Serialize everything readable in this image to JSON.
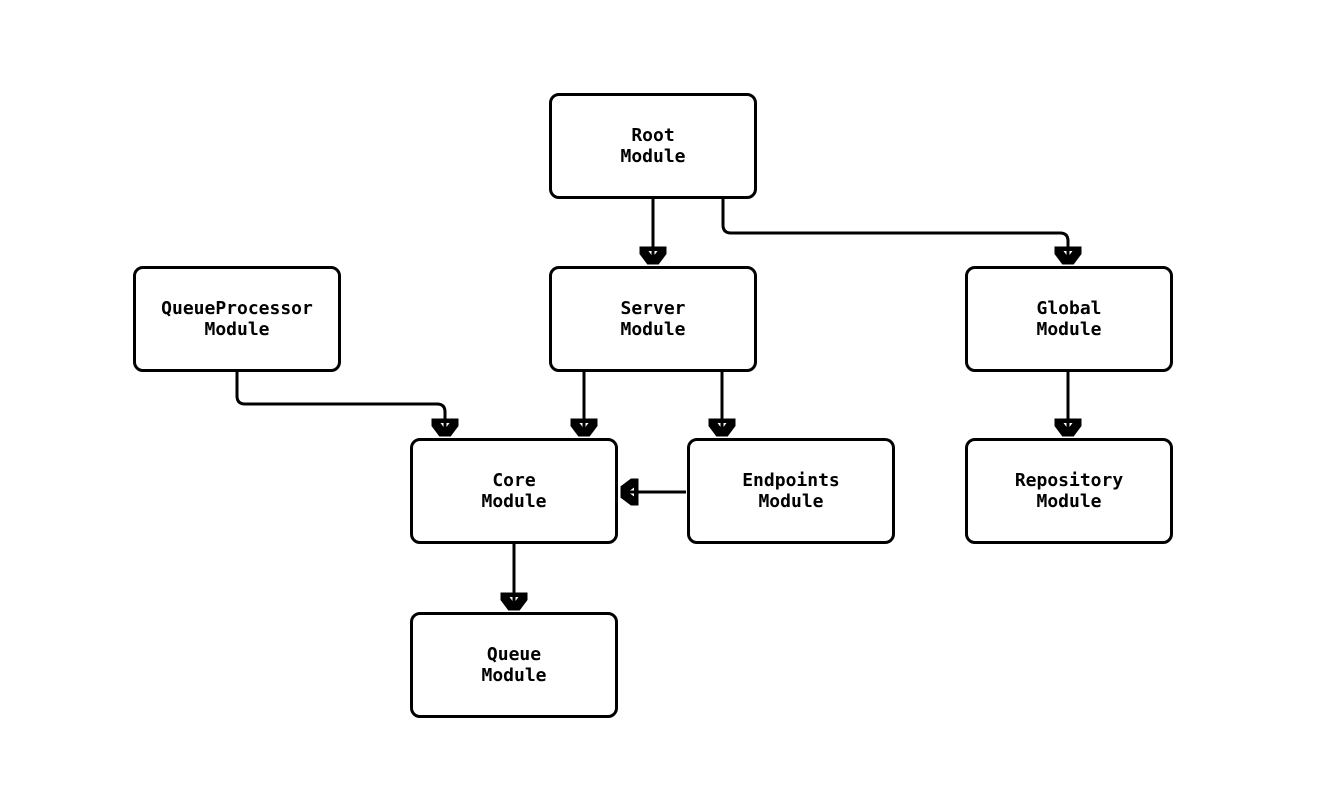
{
  "diagram": {
    "type": "flowchart",
    "direction": "top-down",
    "background_color": "#ffffff",
    "node_fill_color": "#ffffff",
    "node_stroke_color": "#000000",
    "text_color": "#000000",
    "nodes": {
      "root": {
        "label": "Root\nModule"
      },
      "queueprocessor": {
        "label": "QueueProcessor\nModule"
      },
      "server": {
        "label": "Server\nModule"
      },
      "global": {
        "label": "Global\nModule"
      },
      "core": {
        "label": "Core\nModule"
      },
      "endpoints": {
        "label": "Endpoints\nModule"
      },
      "repository": {
        "label": "Repository\nModule"
      },
      "queue": {
        "label": "Queue\nModule"
      }
    },
    "edges": [
      {
        "from": "Root Module",
        "to": "Server Module"
      },
      {
        "from": "Root Module",
        "to": "Global Module"
      },
      {
        "from": "QueueProcessor Module",
        "to": "Core Module"
      },
      {
        "from": "Server Module",
        "to": "Core Module"
      },
      {
        "from": "Server Module",
        "to": "Endpoints Module"
      },
      {
        "from": "Endpoints Module",
        "to": "Core Module"
      },
      {
        "from": "Global Module",
        "to": "Repository Module"
      },
      {
        "from": "Core Module",
        "to": "Queue Module"
      }
    ]
  }
}
